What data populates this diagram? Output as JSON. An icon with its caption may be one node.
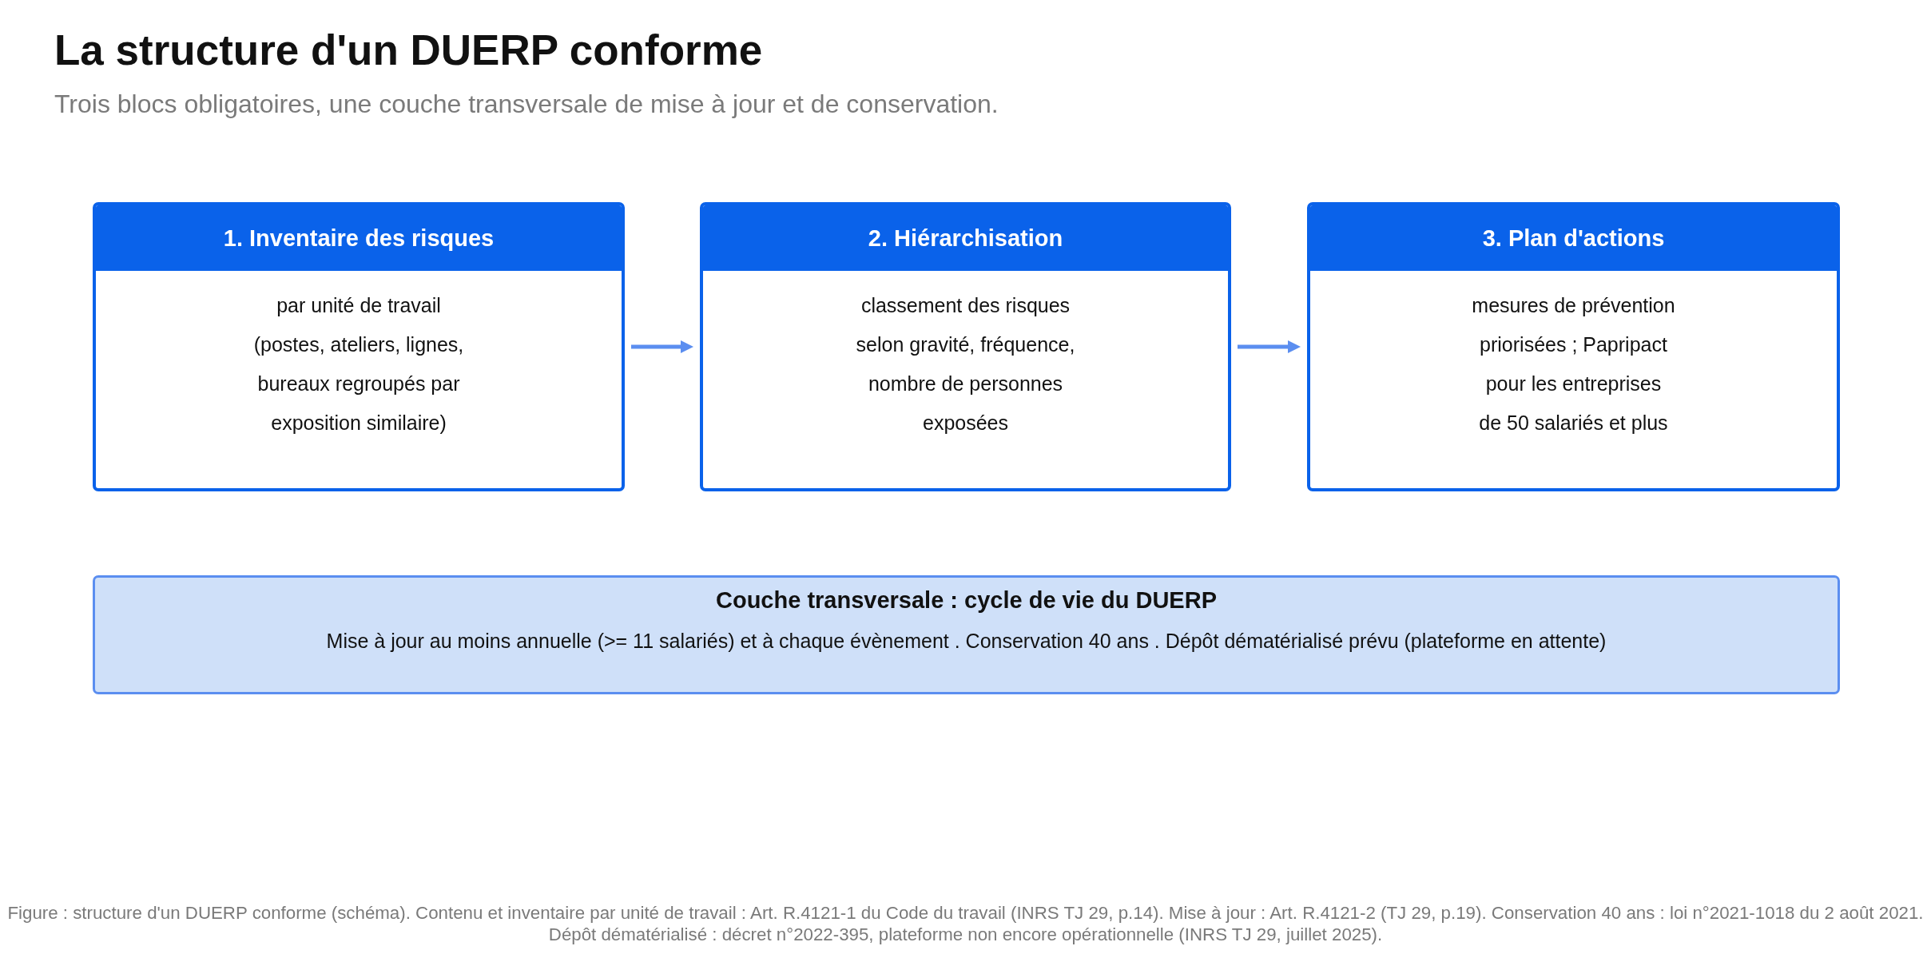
{
  "diagram": {
    "title": "La structure d'un DUERP conforme",
    "caption": "Figure : structure d'un DUERP conforme (schéma). Contenu et inventaire par unité de travail : Art. R.4121-1 du Code du travail (INRS TJ 29, p.14). Mise à jour : Art. R.4121-2 (TJ 29, p.19). Conservation 40 ans : loi n°2021-1018 du 2 août 2021. Dépôt dématérialisé : décret n°2022-395, plateforme non encore opérationnelle (INRS TJ 29, juillet 2025).",
    "nodes": [
      {
        "text": [
          "1. Inventaire des risques",
          "par unité de travail (postes, ateliers, lignes, bureaux regroupés par exposition similaire)"
        ]
      },
      {
        "text": [
          "2. Hiérarchisation",
          "classement des risques selon gravité, fréquence, nombre de personnes exposées"
        ]
      },
      {
        "text": [
          "3. Plan d'actions",
          "mesures de prévention priorisées ; Papripact pour les entreprises de 50 salariés et plus"
        ]
      },
      {
        "text": [
          "Couche transversale : cycle de vie du DUERP",
          "Mise à jour au moins annuelle (>= 11 salariés) et à chaque évènement . Conservation 40 ans . Dépôt dématérialisé prévu (plateforme en attente)"
        ]
      }
    ],
    "edges": [
      {
        "from": 0,
        "to": 1,
        "arrow": "to"
      },
      {
        "from": 1,
        "to": 2,
        "arrow": "to"
      }
    ],
    "labels": [
      "Trois blocs obligatoires, une couche transversale de mise à jour et de conservation."
    ]
  }
}
